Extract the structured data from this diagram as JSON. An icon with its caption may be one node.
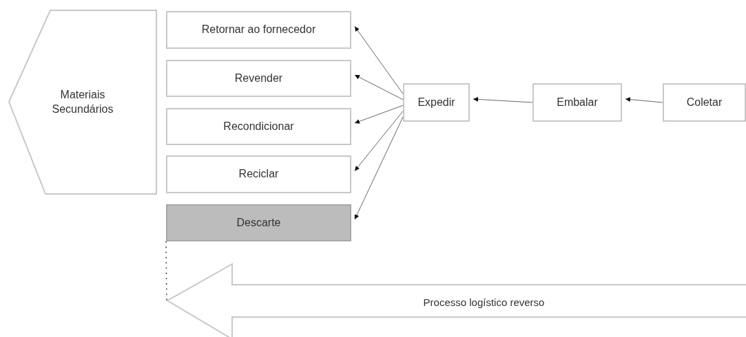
{
  "diagram": {
    "nodes": [
      {
        "text": [
          "Materiais Secundários"
        ]
      },
      {
        "text": [
          "Retornar ao fornecedor"
        ]
      },
      {
        "text": [
          "Revender"
        ]
      },
      {
        "text": [
          "Recondicionar"
        ]
      },
      {
        "text": [
          "Reciclar"
        ]
      },
      {
        "text": [
          "Descarte"
        ]
      },
      {
        "text": [
          "Expedir"
        ]
      },
      {
        "text": [
          "Embalar"
        ]
      },
      {
        "text": [
          "Coletar"
        ]
      },
      {
        "text": [
          "Processo logístico reverso"
        ]
      }
    ],
    "edges": [
      {
        "from": 8,
        "to": 7,
        "arrow": "to"
      },
      {
        "from": 7,
        "to": 6,
        "arrow": "to"
      },
      {
        "from": 6,
        "to": 1,
        "arrow": "to"
      },
      {
        "from": 6,
        "to": 2,
        "arrow": "to"
      },
      {
        "from": 6,
        "to": 3,
        "arrow": "to"
      },
      {
        "from": 6,
        "to": 4,
        "arrow": "to"
      },
      {
        "from": 6,
        "to": 5,
        "arrow": "to"
      },
      {
        "from": 5,
        "to": 9,
        "arrow": "none",
        "style": "dashed"
      }
    ]
  }
}
